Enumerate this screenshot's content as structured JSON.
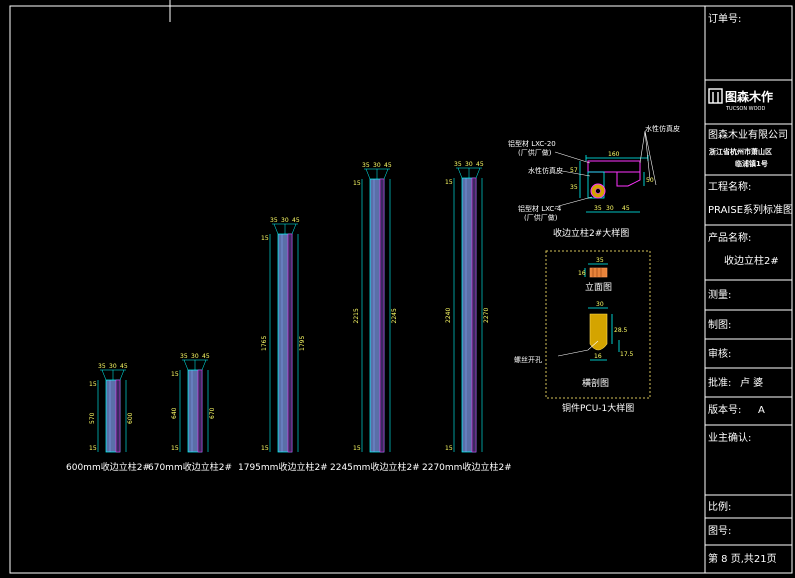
{
  "title_block": {
    "order_no": "订单号:",
    "brand_cn": "图森木作",
    "brand_en": "TUCSON WOOD",
    "company": "图森木业有限公司",
    "address_1": "浙江省杭州市萧山区",
    "address_2": "临浦镇1号",
    "project_label": "工程名称:",
    "project_value": "PRAISE系列标准图",
    "product_label": "产品名称:",
    "product_value": "收边立柱2#",
    "survey": "测量:",
    "drawn": "制图:",
    "review": "审核:",
    "approve_label": "批准:",
    "approve_value": "卢   婆",
    "version_label": "版本号:",
    "version_value": "A",
    "owner_confirm": "业主确认:",
    "scale": "比例:",
    "drawing_no": "图号:",
    "page": "第 8  页,共21页"
  },
  "columns": [
    {
      "caption": "600mm收边立柱2#",
      "top_dims": [
        "35",
        "30",
        "45"
      ],
      "side_top": "15",
      "side_mid": "570",
      "side_bot": "15",
      "right_mid": "600"
    },
    {
      "caption": "670mm收边立柱2#",
      "top_dims": [
        "35",
        "30",
        "45"
      ],
      "side_top": "15",
      "side_mid": "640",
      "side_bot": "15",
      "right_mid": "670"
    },
    {
      "caption": "1795mm收边立柱2#",
      "top_dims": [
        "35",
        "30",
        "45"
      ],
      "side_top": "15",
      "side_mid": "1765",
      "side_bot": "15",
      "right_mid": "1795"
    },
    {
      "caption": "2245mm收边立柱2#",
      "top_dims": [
        "35",
        "30",
        "45"
      ],
      "side_top": "15",
      "side_mid": "2215",
      "side_bot": "15",
      "right_mid": "2245"
    },
    {
      "caption": "2270mm收边立柱2#",
      "top_dims": [
        "35",
        "30",
        "45"
      ],
      "side_top": "15",
      "side_mid": "2240",
      "side_bot": "15",
      "right_mid": "2270"
    }
  ],
  "detail": {
    "caption": "收边立柱2#大样图",
    "label_profile_top": "铝型材 LXC-20",
    "label_profile_top_sub": "(厂供厂做)",
    "label_veneer_left": "水性仿真皮",
    "label_veneer_right": "水性仿真皮",
    "label_profile_bot": "铝型材 LXC-4",
    "label_profile_bot_sub": "(厂供厂做)",
    "dim_width": "160",
    "dim_a": "57",
    "dim_b": "35",
    "dim_c": "50",
    "dim_bot": [
      "35",
      "30",
      "45"
    ]
  },
  "fitting": {
    "caption": "铜件PCU-1大样图",
    "elev_caption": "立面图",
    "section_caption": "横剖图",
    "screw_label": "螺丝开孔",
    "dim_top": "35",
    "dim_side": "16",
    "dim_sec_top": "30",
    "dim_sec_r1": "28.5",
    "dim_sec_r2": "17.5",
    "dim_sec_bot": "16"
  },
  "colors": {
    "line": "#00ffff",
    "frame": "#ffffff",
    "magenta": "#ff33ff",
    "yellow": "#ffff66",
    "gold": "#d4a400",
    "orange": "#e8833a",
    "column_fill": "#5a6fa8"
  }
}
